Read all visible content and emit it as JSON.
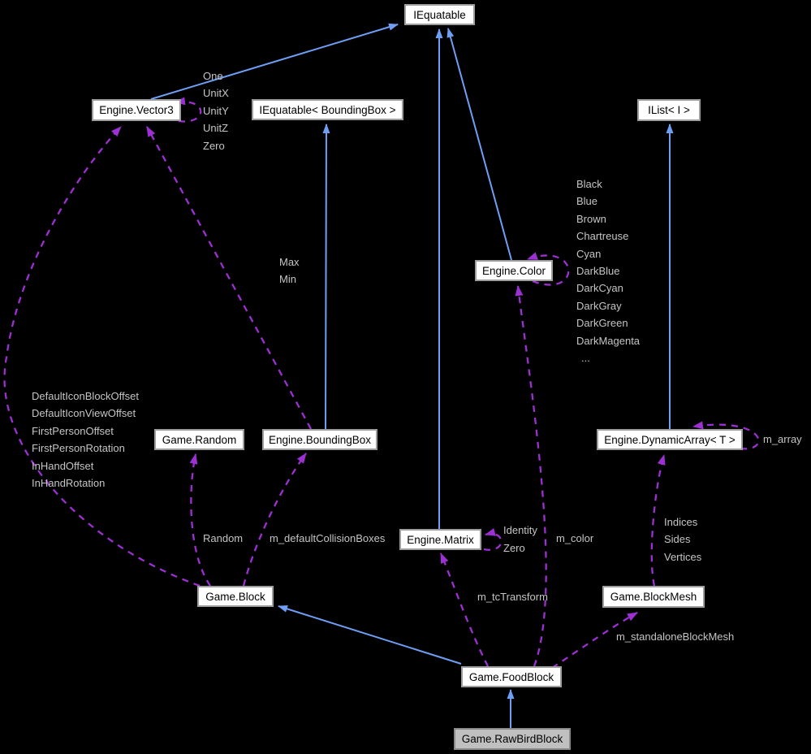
{
  "colors": {
    "background": "#000000",
    "inheritance": "#6f9ef5",
    "usage": "#9c30d2",
    "label": "#c5c5c5",
    "node_fill": "#ffffff",
    "node_border": "#9e9e9e",
    "node_text": "#000000",
    "focus_fill": "#c0c0c0"
  },
  "nodes": {
    "iequatable": {
      "label": "IEquatable"
    },
    "vector3": {
      "label": "Engine.Vector3"
    },
    "iequatable_boundingbox": {
      "label": "IEquatable< BoundingBox >"
    },
    "ilist": {
      "label": "IList< I >"
    },
    "color": {
      "label": "Engine.Color"
    },
    "random": {
      "label": "Game.Random"
    },
    "boundingbox": {
      "label": "Engine.BoundingBox"
    },
    "dynamicarray": {
      "label": "Engine.DynamicArray< T >"
    },
    "matrix": {
      "label": "Engine.Matrix"
    },
    "block": {
      "label": "Game.Block"
    },
    "blockmesh": {
      "label": "Game.BlockMesh"
    },
    "foodblock": {
      "label": "Game.FoodBlock"
    },
    "rawbirdblock": {
      "label": "Game.RawBirdBlock"
    }
  },
  "labels": {
    "vector3_members": [
      "One",
      "UnitX",
      "UnitY",
      "UnitZ",
      "Zero"
    ],
    "color_members": [
      "Black",
      "Blue",
      "Brown",
      "Chartreuse",
      "Cyan",
      "DarkBlue",
      "DarkCyan",
      "DarkGray",
      "DarkGreen",
      "DarkMagenta",
      "..."
    ],
    "block_vector3_members": [
      "DefaultIconBlockOffset",
      "DefaultIconViewOffset",
      "FirstPersonOffset",
      "FirstPersonRotation",
      "InHandOffset",
      "InHandRotation"
    ],
    "boundingbox_vector3_members": [
      "Max",
      "Min"
    ],
    "matrix_members": [
      "Identity",
      "Zero"
    ],
    "blockmesh_dynamicarray_members": [
      "Indices",
      "Sides",
      "Vertices"
    ],
    "random_member": "Random",
    "m_defaultCollisionBoxes": "m_defaultCollisionBoxes",
    "m_tcTransform": "m_tcTransform",
    "m_color": "m_color",
    "m_array": "m_array",
    "m_standaloneBlockMesh": "m_standaloneBlockMesh"
  }
}
